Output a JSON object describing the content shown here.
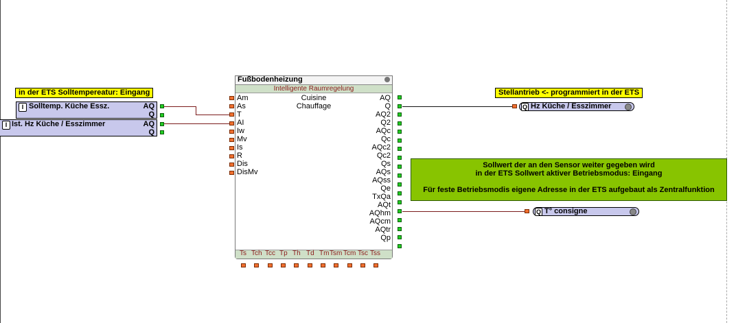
{
  "notes": {
    "input_note": "in der ETS Solltempereatur: Eingang",
    "output_note": "Stellantrieb <- programmiert in der ETS",
    "green_note": {
      "line1": "Sollwert der an den Sensor weiter gegeben wird",
      "line2": "in der ETS Sollwert aktiver Betriebsmodus: Eingang",
      "line3": "Für feste Betriebsmodis eigene Adresse in der ETS aufgebaut als Zentralfunktion"
    }
  },
  "inputs": [
    {
      "badge": "I",
      "label": "Solltemp. Küche Essz.",
      "out1": "AQ",
      "out2": "Q"
    },
    {
      "badge": "I",
      "label": "Ist. Hz Küche / Esszimmer",
      "out1": "AQ",
      "out2": "Q"
    }
  ],
  "block": {
    "title": "Fußbodenheizung",
    "subtitle": "Intelligente Raumregelung",
    "center_line1": "Cuisine",
    "center_line2": "Chauffage",
    "left_inputs": [
      "Am",
      "As",
      "T",
      "AI",
      "Iw",
      "Mv",
      "Is",
      "R",
      "Dis",
      "DisMv"
    ],
    "right_outputs": [
      "AQ",
      "Q",
      "AQ2",
      "Q2",
      "AQc",
      "Qc",
      "AQc2",
      "Qc2",
      "Qs",
      "AQs",
      "AQss",
      "Qe",
      "TxQa",
      "AQt",
      "AQhm",
      "AQcm",
      "AQtr",
      "Qp"
    ],
    "bottom_inputs": [
      "Ts",
      "Tch",
      "Tcc",
      "Tp",
      "Th",
      "Td",
      "Tm",
      "Tsm",
      "Tcm",
      "Tsc",
      "Tss"
    ]
  },
  "outputs": [
    {
      "badge": "Q",
      "label": "Hz Küche / Esszimmer"
    },
    {
      "badge": "Q",
      "label": "T° consigne"
    }
  ]
}
